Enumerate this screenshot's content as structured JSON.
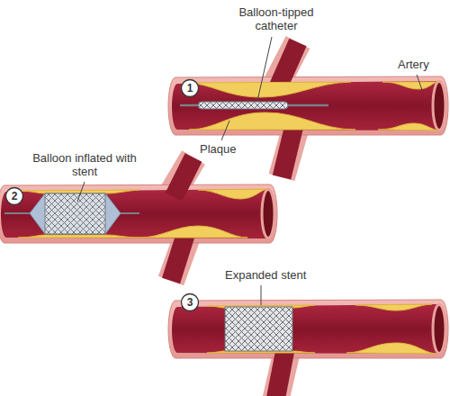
{
  "diagram": {
    "labels": [
      "Balloon-tipped catheter",
      "Artery",
      "1",
      "Plaque",
      "Balloon inflated with stent",
      "2",
      "Expanded stent",
      "3"
    ]
  }
}
